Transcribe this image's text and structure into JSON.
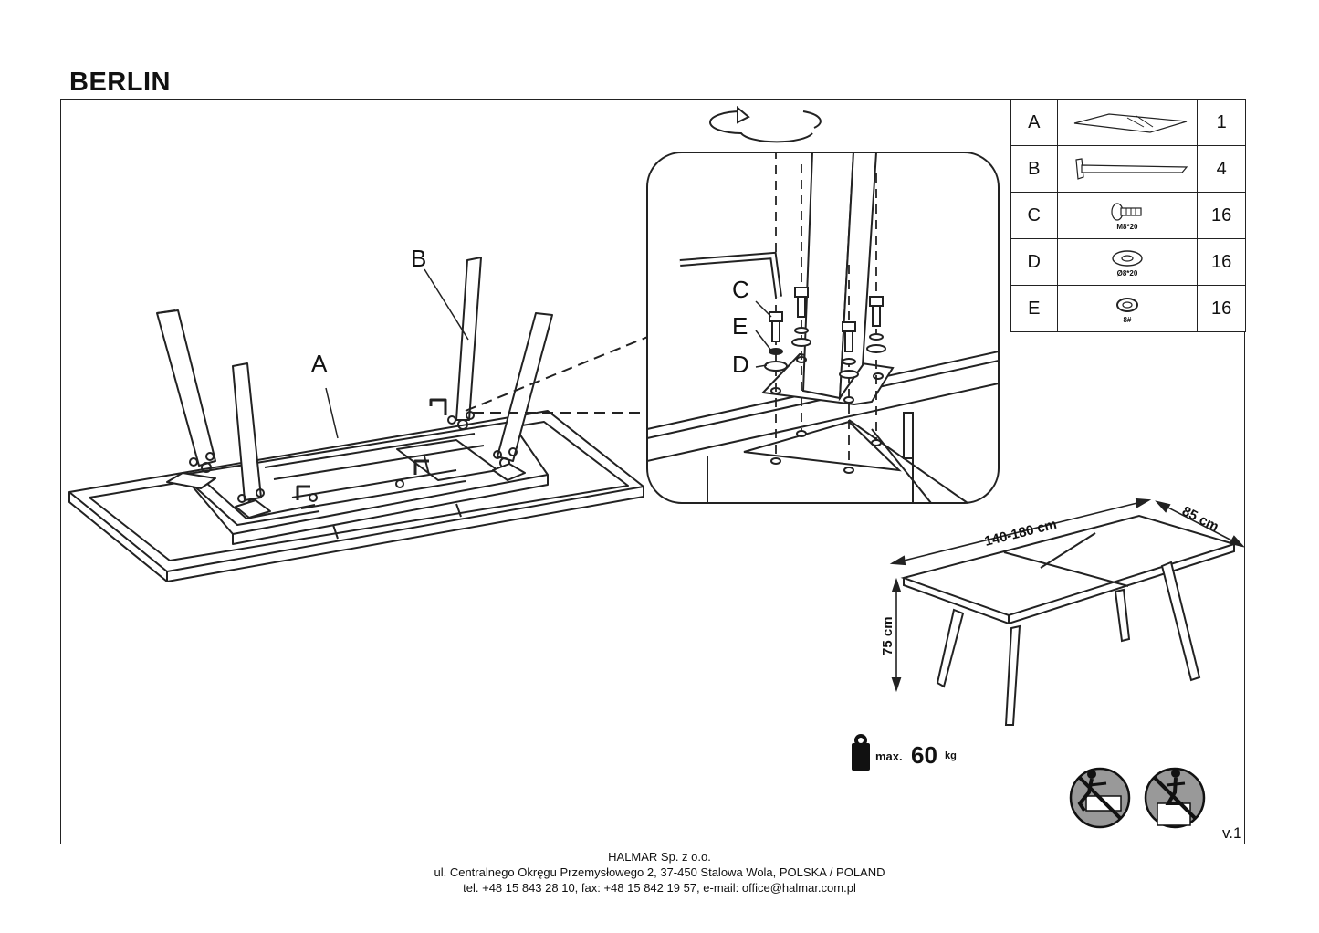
{
  "document": {
    "title": "BERLIN",
    "version": "v.1"
  },
  "parts": [
    {
      "letter": "A",
      "icon": "table-top-icon",
      "spec": "",
      "qty": "1"
    },
    {
      "letter": "B",
      "icon": "leg-icon",
      "spec": "",
      "qty": "4"
    },
    {
      "letter": "C",
      "icon": "bolt-icon",
      "spec": "M8*20",
      "qty": "16"
    },
    {
      "letter": "D",
      "icon": "washer-icon",
      "spec": "Ø8*20",
      "qty": "16"
    },
    {
      "letter": "E",
      "icon": "spring-washer-icon",
      "spec": "8#",
      "qty": "16"
    }
  ],
  "assembly_labels": {
    "top": "A",
    "leg": "B",
    "detail_c": "C",
    "detail_e": "E",
    "detail_d": "D"
  },
  "dimensions": {
    "length": "140-180 cm",
    "width": "85 cm",
    "height": "75 cm"
  },
  "max_load": {
    "prefix": "max.",
    "value": "60",
    "unit": "kg"
  },
  "warnings": [
    "no-standing-on-table-icon",
    "no-climbing-icon"
  ],
  "footer": {
    "company": "HALMAR Sp. z o.o.",
    "address": "ul. Centralnego Okręgu Przemysłowego 2, 37-450 Stalowa Wola, POLSKA / POLAND",
    "contact": "tel. +48 15 843 28 10, fax: +48 15 842 19 57, e-mail: office@halmar.com.pl"
  }
}
